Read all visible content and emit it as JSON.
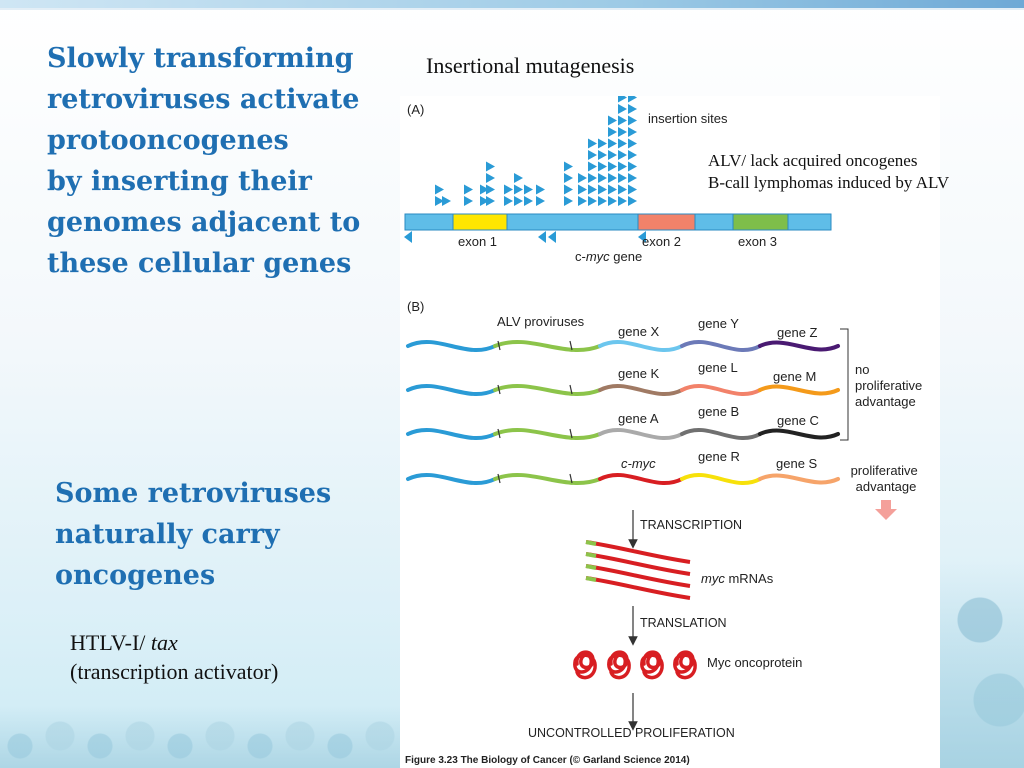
{
  "slide": {
    "title_lines": [
      "Slowly transforming",
      "retroviruses activate",
      "protooncogenes",
      "by inserting their",
      "genomes adjacent to",
      "these cellular genes"
    ],
    "subtitle_lines": [
      "Some retroviruses",
      "naturally carry",
      "oncogenes"
    ],
    "htlv": {
      "prefix": "HTLV-I/ ",
      "gene": "tax",
      "description": "(transcription activator)"
    },
    "insertional_label": "Insertional mutagenesis",
    "alv_note": [
      "ALV/ lack acquired oncogenes",
      "B-call lymphomas induced by ALV"
    ]
  },
  "figure": {
    "panel_a": {
      "label": "(A)",
      "insertion_sites_label": "insertion sites",
      "exons": [
        "exon 1",
        "exon 2",
        "exon 3"
      ],
      "gene_prefix": "c-",
      "gene_name": "myc",
      "gene_suffix": " gene"
    },
    "panel_b": {
      "label": "(B)",
      "provirus_label": "ALV proviruses",
      "rows": [
        {
          "left": "gene X",
          "mid": "gene Y",
          "right": "gene Z"
        },
        {
          "left": "gene K",
          "mid": "gene L",
          "right": "gene M"
        },
        {
          "left": "gene A",
          "mid": "gene B",
          "right": "gene C"
        },
        {
          "left": "c-myc",
          "mid": "gene R",
          "right": "gene S"
        }
      ],
      "no_advantage": [
        "no",
        "proliferative",
        "advantage"
      ],
      "advantage": [
        "proliferative",
        "advantage"
      ],
      "steps": {
        "transcription": "TRANSCRIPTION",
        "mrna_italic": "myc",
        "mrna_rest": " mRNAs",
        "translation": "TRANSLATION",
        "protein": "Myc oncoprotein",
        "outcome": "UNCONTROLLED PROLIFERATION"
      },
      "caption": "Figure 3.23  The Biology of Cancer (© Garland Science 2014)"
    },
    "colors": {
      "virus_blue": "#2a9bd6",
      "virus_green": "#8cc44a",
      "exon1": "#ffe600",
      "exon2": "#f2826a",
      "exon3": "#7ebe4a",
      "myc_red": "#d81e22",
      "title_blue": "#1f6fb2"
    }
  }
}
